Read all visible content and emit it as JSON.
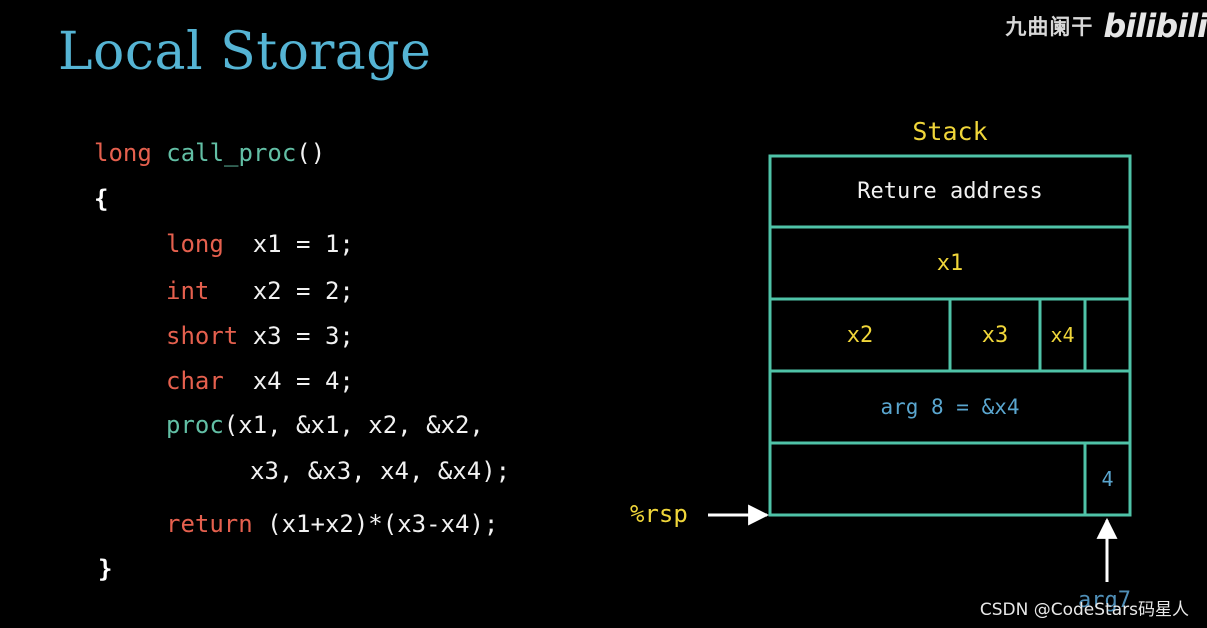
{
  "slide": {
    "title": "Local Storage"
  },
  "watermarks": {
    "uploader": "九曲阑干",
    "platform_logo": "bilibili",
    "csdn": "CSDN @CodeStars码星人"
  },
  "code": {
    "lines": [
      [
        {
          "t": "long ",
          "c": "kw"
        },
        {
          "t": "call_proc",
          "c": "fn"
        },
        {
          "t": "()",
          "c": "plain"
        }
      ],
      [
        {
          "t": "{",
          "c": "brace"
        }
      ],
      [
        {
          "t": "long  ",
          "c": "kw"
        },
        {
          "t": "x1 = 1;",
          "c": "plain"
        }
      ],
      [
        {
          "t": "int   ",
          "c": "kw"
        },
        {
          "t": "x2 = 2;",
          "c": "plain"
        }
      ],
      [
        {
          "t": "short ",
          "c": "kw"
        },
        {
          "t": "x3 = 3;",
          "c": "plain"
        }
      ],
      [
        {
          "t": "char  ",
          "c": "kw"
        },
        {
          "t": "x4 = 4;",
          "c": "plain"
        }
      ],
      [
        {
          "t": "proc",
          "c": "fn"
        },
        {
          "t": "(x1, &x1, x2, &x2,",
          "c": "plain"
        }
      ],
      [
        {
          "t": "x3, &x3, x4, &x4);",
          "c": "plain"
        }
      ],
      [
        {
          "t": "return ",
          "c": "kw"
        },
        {
          "t": "(x1+x2)*(x3-x4);",
          "c": "plain"
        }
      ],
      [
        {
          "t": "}",
          "c": "brace"
        }
      ]
    ]
  },
  "stack": {
    "label": "Stack",
    "cells": [
      {
        "id": "return-address",
        "text": "Reture address",
        "color": "white"
      },
      {
        "id": "x1",
        "text": "x1",
        "color": "yellow"
      },
      {
        "id": "x2",
        "text": "x2",
        "color": "yellow"
      },
      {
        "id": "x3",
        "text": "x3",
        "color": "yellow"
      },
      {
        "id": "x4",
        "text": "x4",
        "color": "yellow"
      },
      {
        "id": "padding",
        "text": "",
        "color": "white"
      },
      {
        "id": "arg8",
        "text": "arg 8 = &x4",
        "color": "blue"
      },
      {
        "id": "arg7-slot",
        "text": "",
        "color": "white"
      },
      {
        "id": "arg7-value",
        "text": "4",
        "color": "blue"
      }
    ],
    "rsp_label": "%rsp",
    "arg7_label": "arg7"
  },
  "colors": {
    "background": "#000000",
    "title": "#55b4d4",
    "keyword": "#e5604e",
    "function": "#62bfa5",
    "stack_border": "#4fc3a8",
    "stack_label": "#f0d63a",
    "variable": "#f0d63a",
    "argument": "#5aa6cf",
    "arrow": "#ffffff"
  }
}
